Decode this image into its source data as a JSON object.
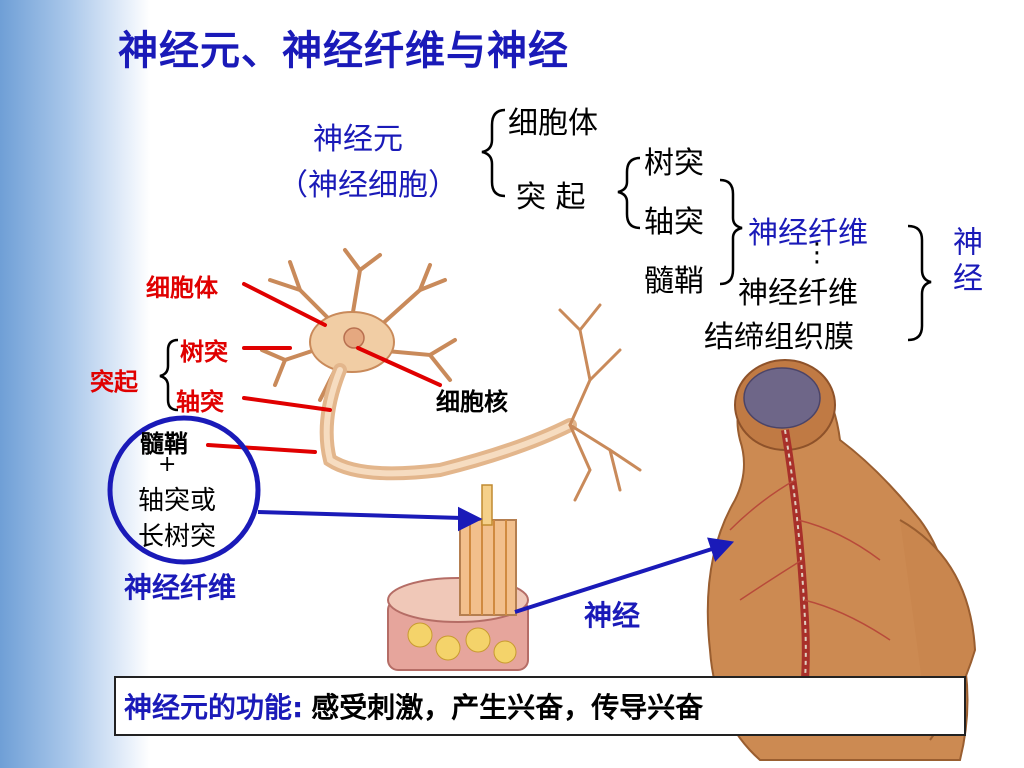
{
  "slide": {
    "title": "神经元、神经纤维与神经",
    "tree": {
      "neuron": "神经元",
      "neuron_alt": "（神经细胞）",
      "cell_body": "细胞体",
      "process": "突 起",
      "dendrite": "树突",
      "axon": "轴突",
      "myelin": "髓鞘",
      "nerve_fiber": "神经纤维",
      "dots": "⋮",
      "nerve_fiber2": "神经纤维",
      "connective": "结缔组织膜",
      "nerve": "神经"
    },
    "diagram": {
      "cell_body": "细胞体",
      "dendrite": "树突",
      "process": "突起",
      "axon": "轴突",
      "nucleus": "细胞核",
      "myelin": "髓鞘",
      "plus": "+",
      "axon_or": "轴突或",
      "long_dendrite": "长树突",
      "nerve_fiber": "神经纤维",
      "nerve": "神经"
    },
    "function": {
      "label": "神经元的功能:",
      "text": "感受刺激，产生兴奋，传导兴奋"
    }
  },
  "colors": {
    "title": "#1a1ab8",
    "accent_red": "#e00000",
    "neuron": "#e8b98a",
    "body": "#c8864a"
  }
}
